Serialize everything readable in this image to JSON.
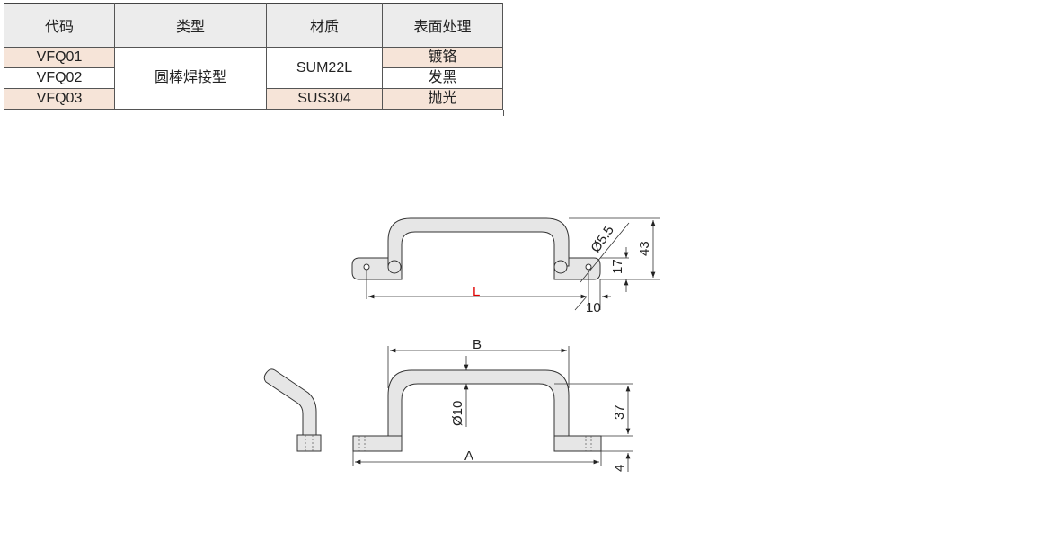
{
  "table": {
    "headers": [
      "代码",
      "类型",
      "材质",
      "表面处理"
    ],
    "rows": [
      {
        "code": "VFQ01",
        "surface": "镀铬"
      },
      {
        "code": "VFQ02",
        "surface": "发黑"
      },
      {
        "code": "VFQ03",
        "surface": "抛光"
      }
    ],
    "type": "圆棒焊接型",
    "material_1": "SUM22L",
    "material_2": "SUS304"
  },
  "drawing": {
    "top_view": {
      "L": "L",
      "hole": "Ø5.5",
      "d10": "10",
      "d17": "17",
      "d43": "43"
    },
    "front_view": {
      "B": "B",
      "A": "A",
      "rod": "Ø10",
      "d37": "37",
      "d4": "4"
    },
    "colors": {
      "part_fill": "#e6e6e6",
      "L_label": "#e00000"
    }
  }
}
